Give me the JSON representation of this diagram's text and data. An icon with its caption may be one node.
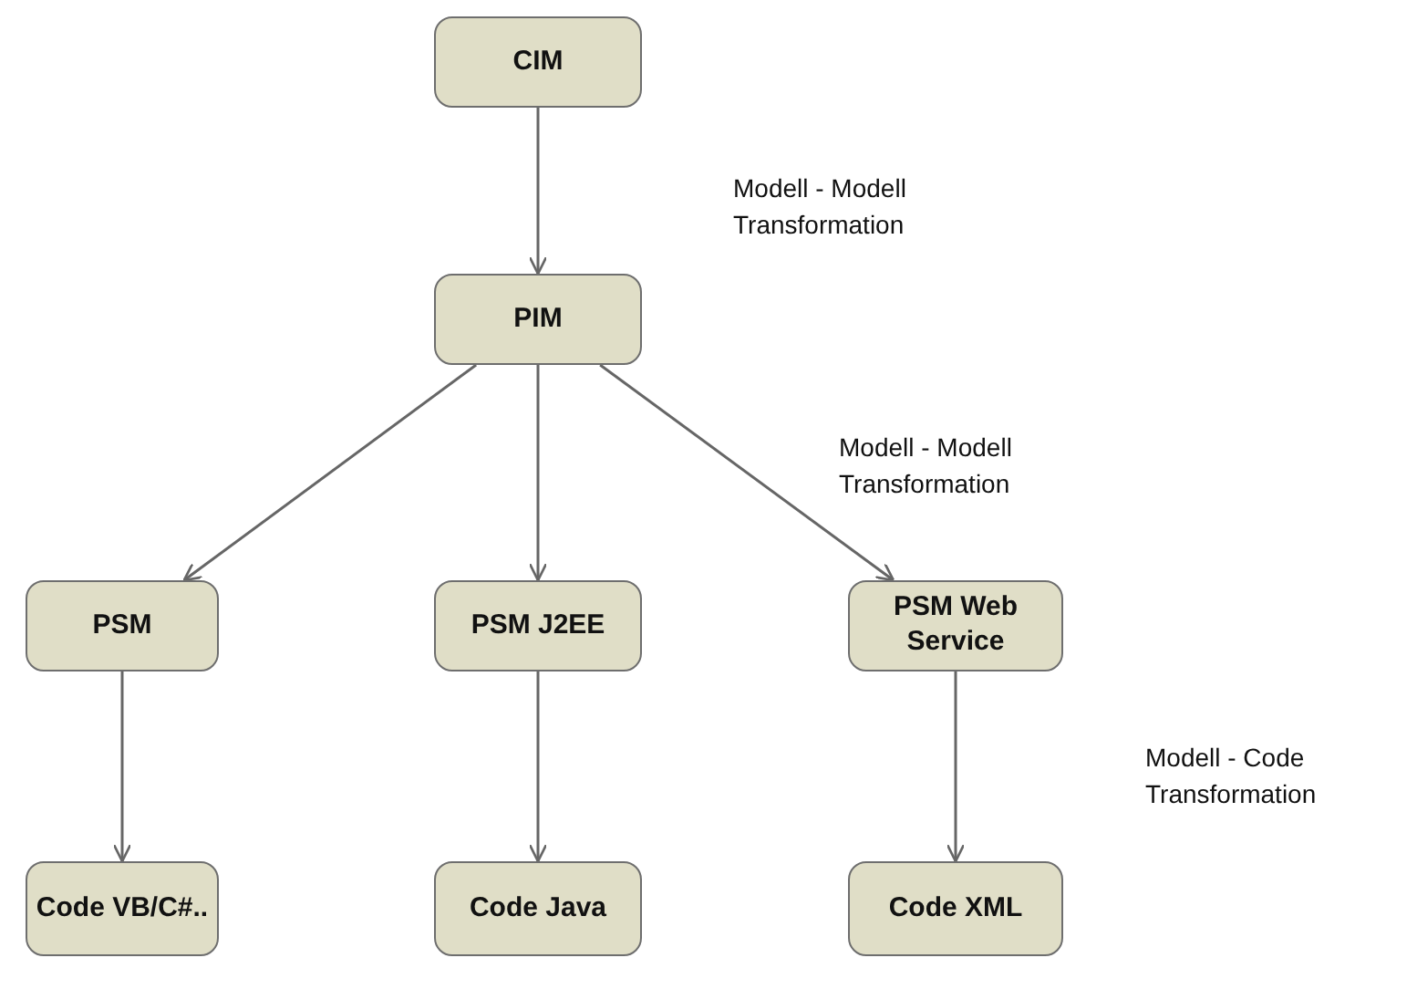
{
  "diagram": {
    "nodes": [
      {
        "text": [
          "CIM"
        ]
      },
      {
        "text": [
          "PIM"
        ]
      },
      {
        "text": [
          "PSM"
        ]
      },
      {
        "text": [
          "PSM J2EE"
        ]
      },
      {
        "text": [
          "PSM Web Service"
        ]
      },
      {
        "text": [
          "Code VB/C#.."
        ]
      },
      {
        "text": [
          "Code Java"
        ]
      },
      {
        "text": [
          "Code XML"
        ]
      }
    ],
    "edges": [
      {
        "from": 0,
        "to": 1,
        "arrow": "to"
      },
      {
        "from": 1,
        "to": 2,
        "arrow": "to"
      },
      {
        "from": 1,
        "to": 3,
        "arrow": "to"
      },
      {
        "from": 1,
        "to": 4,
        "arrow": "to"
      },
      {
        "from": 2,
        "to": 5,
        "arrow": "to"
      },
      {
        "from": 3,
        "to": 6,
        "arrow": "to"
      },
      {
        "from": 4,
        "to": 7,
        "arrow": "to"
      }
    ],
    "labels": [
      "Modell - Modell Transformation",
      "Modell - Modell Transformation",
      "Modell - Code Transformation"
    ]
  }
}
